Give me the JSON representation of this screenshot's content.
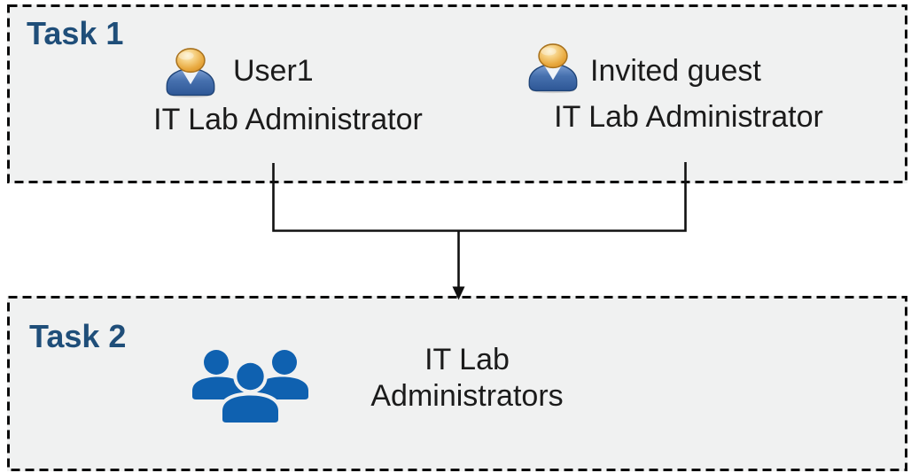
{
  "diagram": {
    "task1": {
      "title": "Task 1",
      "people": [
        {
          "name": "User1",
          "role": "IT Lab Administrator",
          "icon": "person-icon"
        },
        {
          "name": "Invited guest",
          "role": "IT Lab Administrator",
          "icon": "person-icon"
        }
      ]
    },
    "task2": {
      "title": "Task 2",
      "label_line1": "IT Lab",
      "label_line2": "Administrators",
      "icon": "people-group-icon"
    },
    "connector": {
      "type": "merge-arrow",
      "from": [
        "User1",
        "Invited guest"
      ],
      "to": "IT Lab Administrators"
    },
    "colors": {
      "task_title": "#1F4E79",
      "box_background": "#F0F1F1",
      "box_border": "#000000",
      "connector": "#111111",
      "group_icon_blue": "#0F61B0",
      "person_body_blue": "#3E69A8",
      "person_head_orange": "#E8A93F",
      "text": "#1B1B1B"
    }
  }
}
